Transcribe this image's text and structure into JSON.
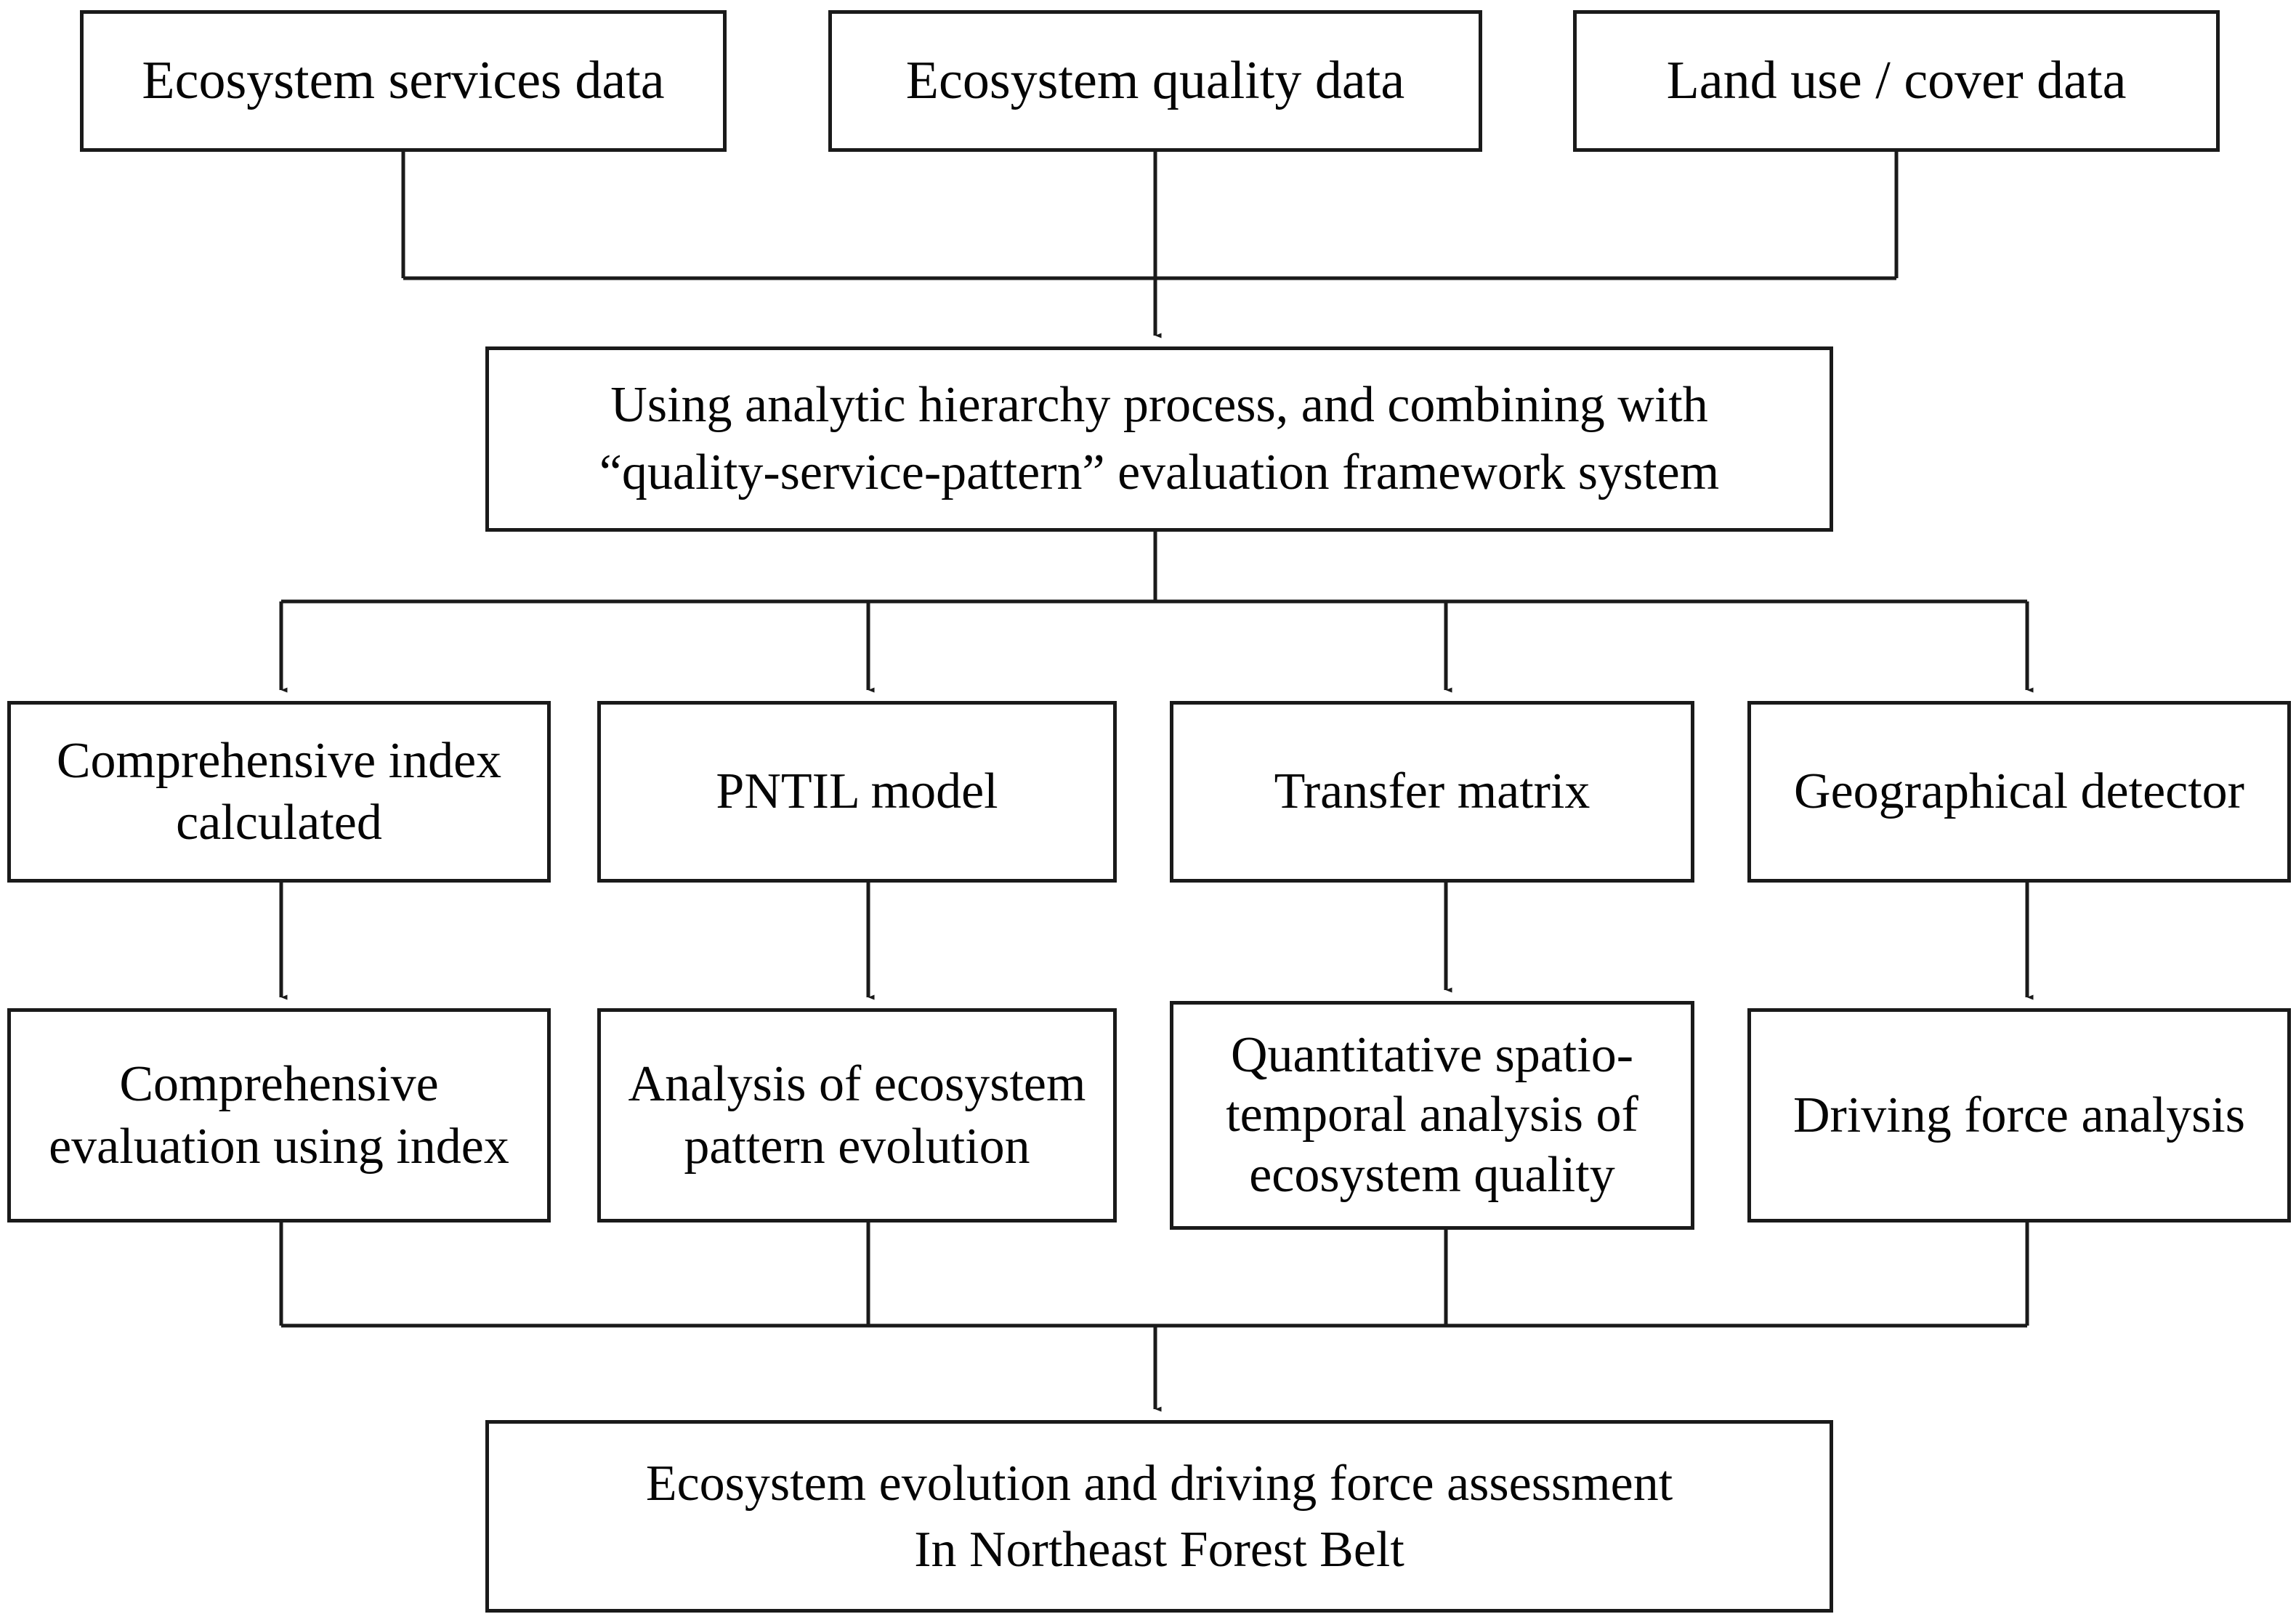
{
  "diagram": {
    "title": "Ecosystem evaluation methodology flowchart",
    "line_color": "#1a1a1a",
    "box_fill": "#ffffff",
    "text_color": "#050505"
  },
  "nodes": {
    "ecosystem_services_data": "Ecosystem services data",
    "ecosystem_quality_data": "Ecosystem quality data",
    "land_use_cover_data": "Land use / cover data",
    "framework": "Using analytic hierarchy process, and combining with\n“quality-service-pattern” evaluation framework system",
    "comprehensive_index": "Comprehensive index\ncalculated",
    "pntil_model": "PNTIL model",
    "transfer_matrix": "Transfer matrix",
    "geographical_detector": "Geographical detector",
    "comprehensive_evaluation": "Comprehensive\nevaluation using index",
    "pattern_evolution": "Analysis of ecosystem\npattern evolution",
    "spatio_temporal_quality": "Quantitative spatio-\ntemporal analysis of\necosystem quality",
    "driving_force": "Driving force analysis",
    "final_assessment": "Ecosystem evolution and driving force assessment\nIn Northeast Forest Belt"
  },
  "flow": {
    "inputs_to_framework": [
      "ecosystem_services_data",
      "ecosystem_quality_data",
      "land_use_cover_data"
    ],
    "framework_to_methods": [
      "comprehensive_index",
      "pntil_model",
      "transfer_matrix",
      "geographical_detector"
    ],
    "method_to_output": [
      [
        "comprehensive_index",
        "comprehensive_evaluation"
      ],
      [
        "pntil_model",
        "pattern_evolution"
      ],
      [
        "transfer_matrix",
        "spatio_temporal_quality"
      ],
      [
        "geographical_detector",
        "driving_force"
      ]
    ],
    "outputs_to_final": [
      "comprehensive_evaluation",
      "pattern_evolution",
      "spatio_temporal_quality",
      "driving_force"
    ]
  }
}
